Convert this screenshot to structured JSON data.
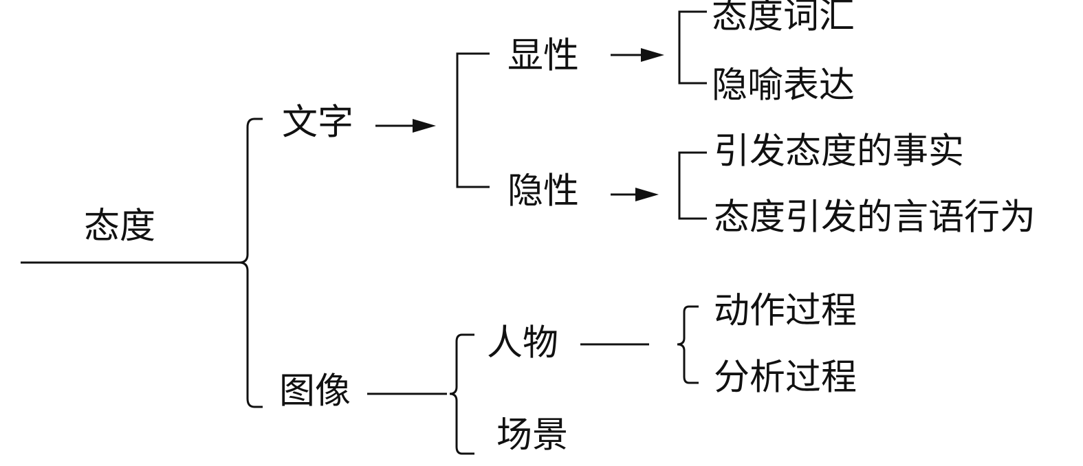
{
  "root": {
    "label": "态度"
  },
  "branches": {
    "text": {
      "label": "文字",
      "explicit": {
        "label": "显性",
        "items": [
          "态度词汇",
          "隐喻表达"
        ]
      },
      "implicit": {
        "label": "隐性",
        "items": [
          "引发态度的事实",
          "态度引发的言语行为"
        ]
      }
    },
    "image": {
      "label": "图像",
      "person": {
        "label": "人物",
        "items": [
          "动作过程",
          "分析过程"
        ]
      },
      "scene": {
        "label": "场景"
      }
    }
  }
}
